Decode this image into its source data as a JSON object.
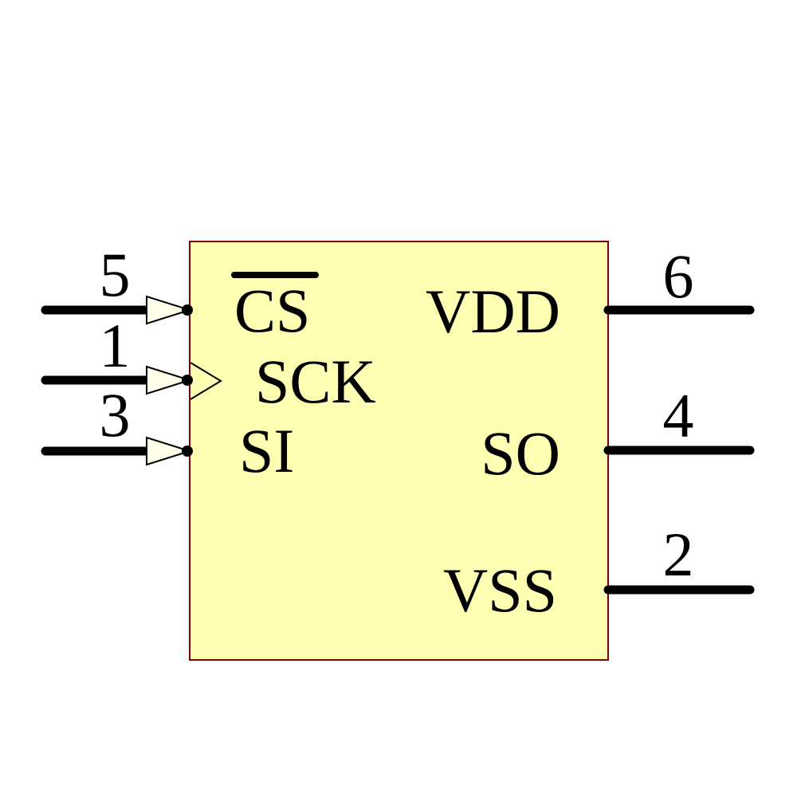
{
  "colors": {
    "background": "#FFFFFF",
    "body_fill": "#FFFFB3",
    "body_border": "#7F0000",
    "arrow_fill": "#FFFFEA",
    "wire": "#000000",
    "text": "#000000"
  },
  "symbol": {
    "left_pins": [
      {
        "number": "5",
        "label": "CS",
        "overbar": true,
        "clock": false,
        "direction": "input"
      },
      {
        "number": "1",
        "label": "SCK",
        "overbar": false,
        "clock": true,
        "direction": "input"
      },
      {
        "number": "3",
        "label": "SI",
        "overbar": false,
        "clock": false,
        "direction": "input"
      }
    ],
    "right_pins": [
      {
        "number": "6",
        "label": "VDD"
      },
      {
        "number": "4",
        "label": "SO"
      },
      {
        "number": "2",
        "label": "VSS"
      }
    ]
  }
}
